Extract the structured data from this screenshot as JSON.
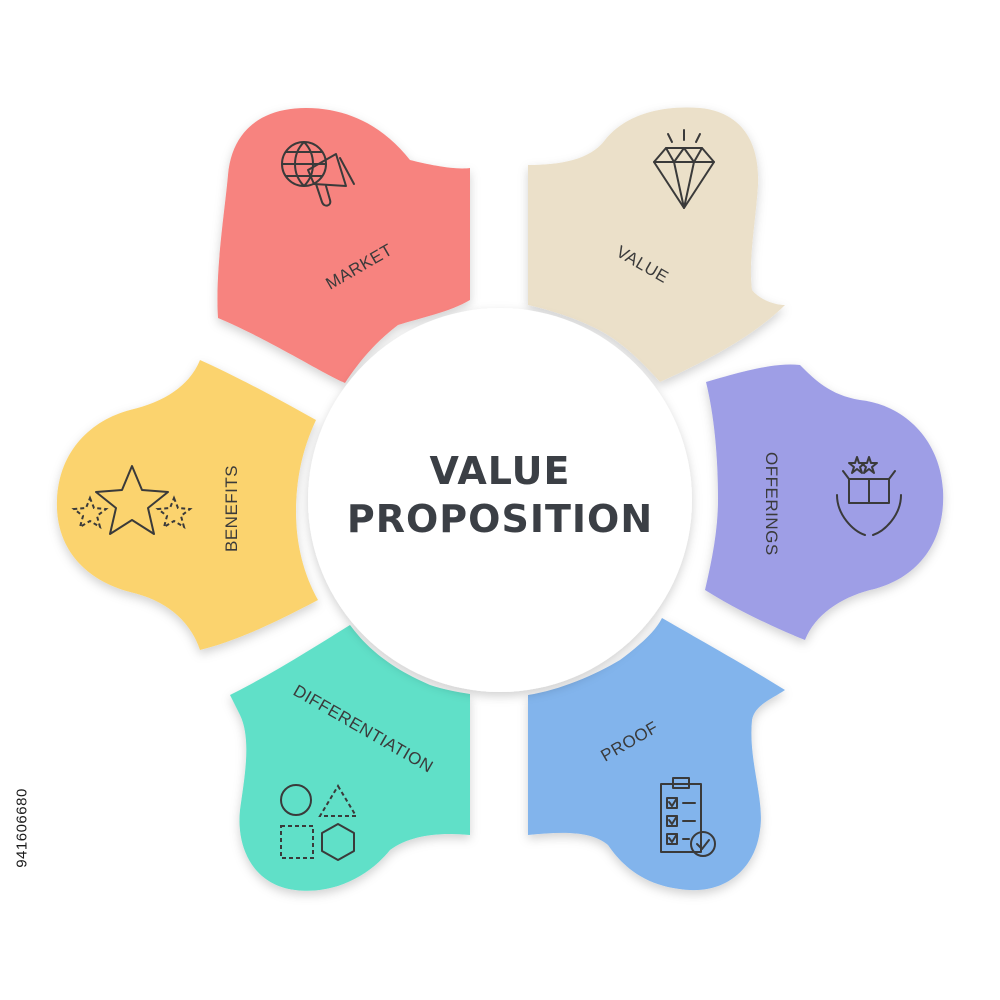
{
  "center": {
    "line1": "VALUE",
    "line2": "PROPOSITION"
  },
  "segments": [
    {
      "label": "MARKET",
      "color": "#f7837f",
      "icon": "megaphone-globe-icon"
    },
    {
      "label": "VALUE",
      "color": "#ebe0c9",
      "icon": "diamond-icon"
    },
    {
      "label": "OFFERINGS",
      "color": "#9e9ee6",
      "icon": "gift-box-hands-icon"
    },
    {
      "label": "PROOF",
      "color": "#82b4ec",
      "icon": "checklist-clipboard-icon"
    },
    {
      "label": "DIFFERENTIATION",
      "color": "#60e0c8",
      "icon": "shapes-icon"
    },
    {
      "label": "BENEFITS",
      "color": "#fbd36e",
      "icon": "stars-icon"
    }
  ],
  "stock_id": "941606680"
}
